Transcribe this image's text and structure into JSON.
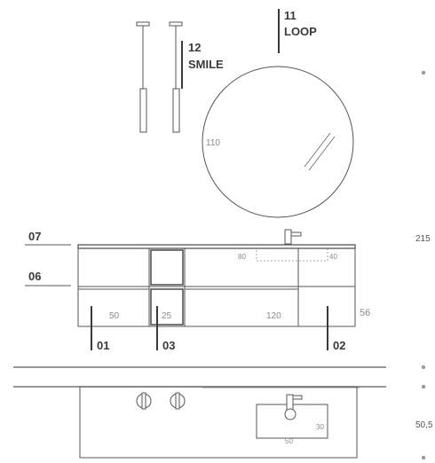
{
  "colors": {
    "line": "#555555",
    "light_line": "#9a9a9a",
    "dim_text": "#8a8a8a",
    "label_text": "#3a3a3a",
    "dot": "#9a9a9a"
  },
  "labels": {
    "mirror_num": "11",
    "mirror_name": "LOOP",
    "lamp_num": "12",
    "lamp_name": "SMILE",
    "item_07": "07",
    "item_06": "06",
    "item_01": "01",
    "item_03": "03",
    "item_02": "02"
  },
  "dimensions": {
    "mirror_diameter": "110",
    "basin_width_left": "80",
    "basin_width_right": "40",
    "cabinet_height": "56",
    "module_left": "50",
    "module_middle": "25",
    "module_right": "120",
    "total_height": "215",
    "depth": "50,5",
    "sink_height": "30",
    "sink_width": "50"
  }
}
